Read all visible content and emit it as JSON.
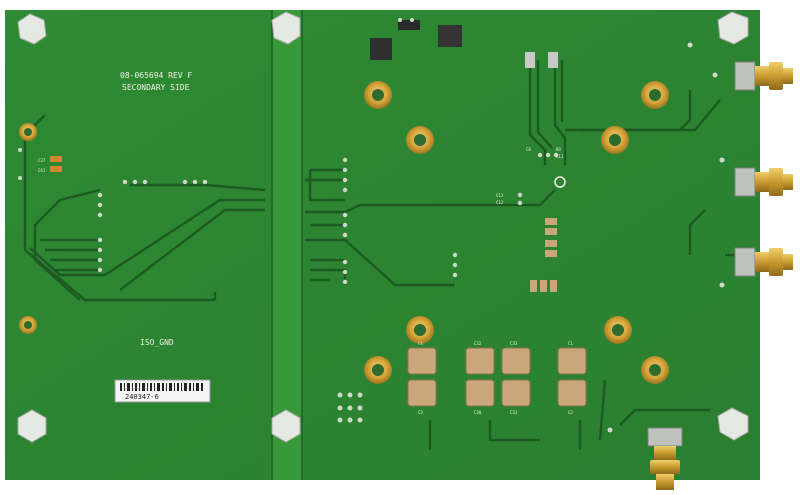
{
  "board": {
    "part_number": "08-065694 REV F",
    "side_label": "SECONDARY SIDE",
    "ground_label": "ISO_GND",
    "serial_label": "240347-6"
  },
  "component_labels": {
    "c37": "C37",
    "c41": "C41",
    "c4": "C4",
    "c32": "C32",
    "c33": "C33",
    "c1": "C1",
    "c3": "C3",
    "c30": "C30",
    "c31": "C31",
    "c2": "C2",
    "c8": "C8",
    "r9": "R9",
    "r11": "R11",
    "c13": "C13",
    "c12": "C12"
  },
  "colors": {
    "pcb_green": "#2f8a34",
    "trace_green": "#1c5a22",
    "gold": "#d6a53a",
    "silkscreen": "#f2f2e6",
    "label_sticker": "#f4f4f4",
    "sma_gold": "#c99a2e"
  }
}
